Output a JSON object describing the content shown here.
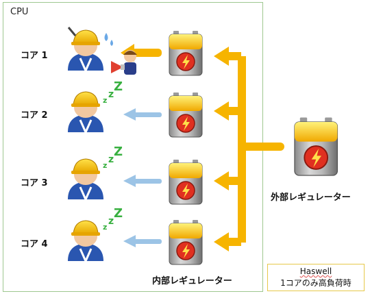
{
  "cpu_label": "CPU",
  "cores": [
    {
      "label": "コア 1",
      "state": "active"
    },
    {
      "label": "コア 2",
      "state": "sleeping"
    },
    {
      "label": "コア 3",
      "state": "sleeping"
    },
    {
      "label": "コア 4",
      "state": "sleeping"
    }
  ],
  "external_regulator_label": "外部レギュレーター",
  "internal_regulator_label": "内部レギュレーター",
  "note": {
    "title": "Haswell",
    "text": "1コアのみ高負荷時"
  },
  "colors": {
    "active_arrow": "#f6b400",
    "idle_arrow": "#9cc4e6",
    "cpu_border": "#9ec78f",
    "note_border": "#e6c84a"
  }
}
